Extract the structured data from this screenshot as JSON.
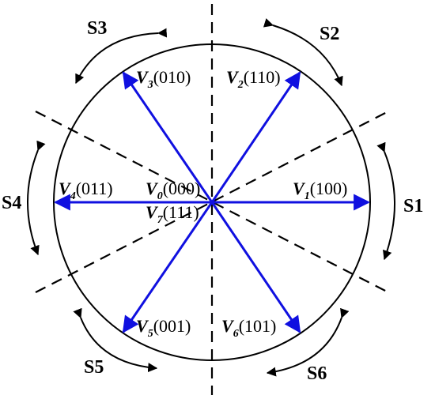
{
  "vectors": [
    {
      "id": "v1",
      "letter": "V",
      "sub": "1",
      "code": "(100)"
    },
    {
      "id": "v2",
      "letter": "V",
      "sub": "2",
      "code": "(110)"
    },
    {
      "id": "v3",
      "letter": "V",
      "sub": "3",
      "code": "(010)"
    },
    {
      "id": "v4",
      "letter": "V",
      "sub": "4",
      "code": "(011)"
    },
    {
      "id": "v5",
      "letter": "V",
      "sub": "5",
      "code": "(001)"
    },
    {
      "id": "v6",
      "letter": "V",
      "sub": "6",
      "code": "(101)"
    },
    {
      "id": "v0",
      "letter": "V",
      "sub": "0",
      "code": "(000)"
    },
    {
      "id": "v7",
      "letter": "V",
      "sub": "7",
      "code": "(111)"
    }
  ],
  "sectors": [
    "S1",
    "S2",
    "S3",
    "S4",
    "S5",
    "S6"
  ],
  "colors": {
    "vector": "#1010e0",
    "circle": "#000000",
    "dashed": "#000000"
  }
}
